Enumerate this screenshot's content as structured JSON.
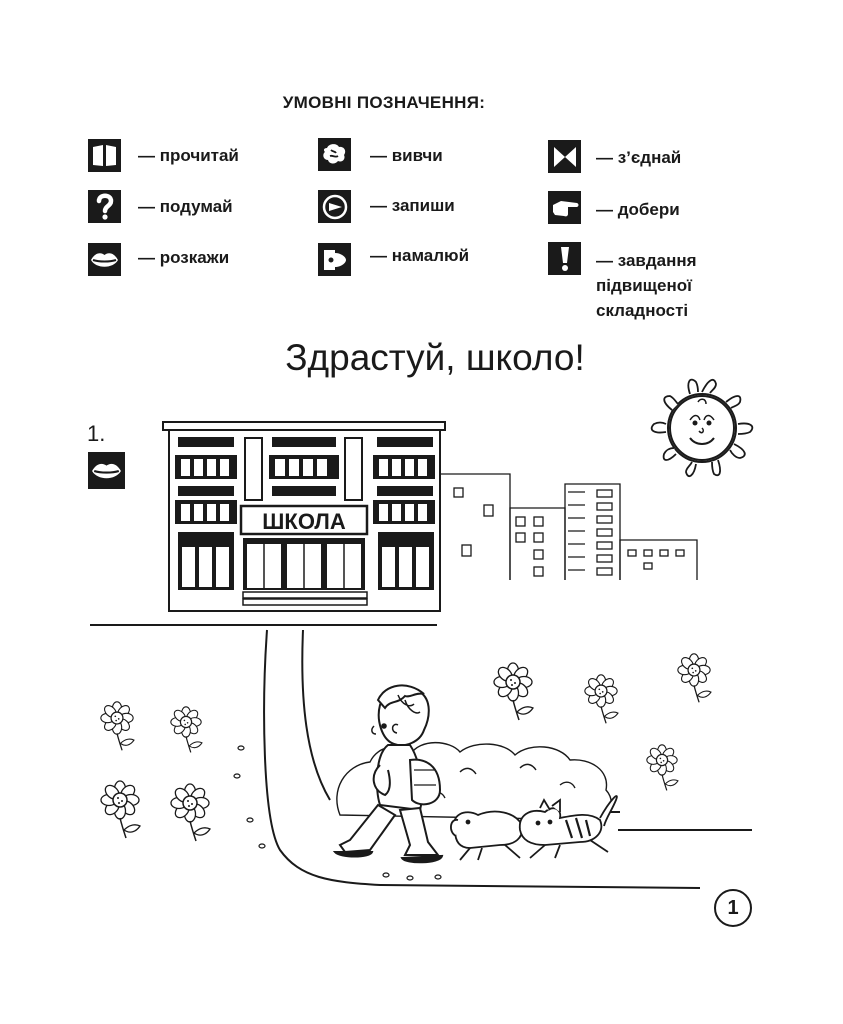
{
  "legend": {
    "title": "УМОВНІ ПОЗНАЧЕННЯ:",
    "items": [
      {
        "icon": "open-book-icon",
        "label": "— прочитай"
      },
      {
        "icon": "question-mark-icon",
        "label": "— подумай"
      },
      {
        "icon": "lips-icon",
        "label": "— розкажи"
      },
      {
        "icon": "brain-icon",
        "label": "— вивчи"
      },
      {
        "icon": "pencil-icon",
        "label": "— запиши"
      },
      {
        "icon": "brush-icon",
        "label": "— намалюй"
      },
      {
        "icon": "connect-icon",
        "label": "— з’єднай"
      },
      {
        "icon": "pointing-hand-icon",
        "label": "— добери"
      },
      {
        "icon": "exclamation-icon",
        "label": "— завдання підвищеної складності"
      }
    ]
  },
  "page_title": "Здрастуй, школо!",
  "task": {
    "number": "1.",
    "icon": "lips-icon"
  },
  "illustration": {
    "school_sign": "ШКОЛА"
  },
  "page_number": "1"
}
